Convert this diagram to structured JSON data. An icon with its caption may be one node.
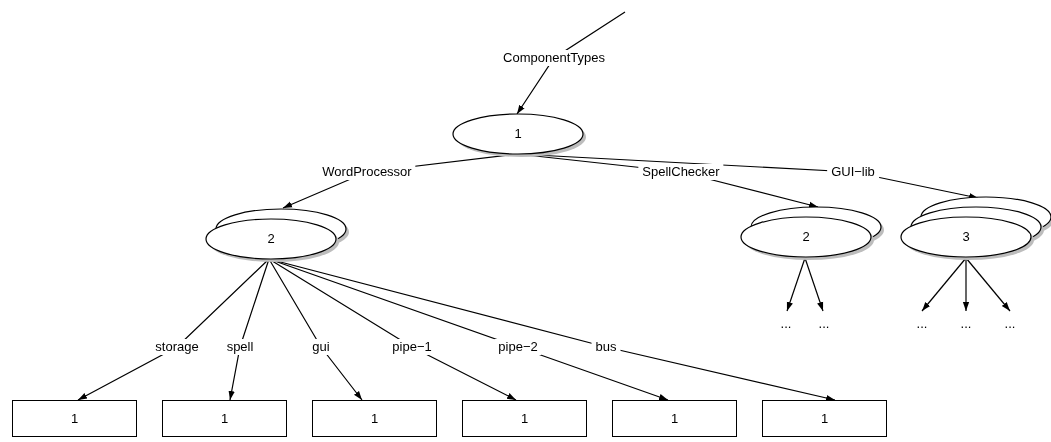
{
  "diagram": {
    "nodes": [
      {
        "text": [
          "1"
        ]
      },
      {
        "text": [
          "2"
        ]
      },
      {
        "text": [
          "2"
        ]
      },
      {
        "text": [
          "3"
        ]
      },
      {
        "text": [
          "1"
        ]
      },
      {
        "text": [
          "1"
        ]
      },
      {
        "text": [
          "1"
        ]
      },
      {
        "text": [
          "1"
        ]
      },
      {
        "text": [
          "1"
        ]
      },
      {
        "text": [
          "1"
        ]
      },
      {
        "text": [
          "..."
        ]
      },
      {
        "text": [
          "..."
        ]
      },
      {
        "text": [
          "..."
        ]
      },
      {
        "text": [
          "..."
        ]
      },
      {
        "text": [
          "..."
        ]
      }
    ],
    "edges": [
      {
        "from": null,
        "to": 0,
        "arrow": "to",
        "label": "ComponentTypes"
      },
      {
        "from": 0,
        "to": 1,
        "arrow": "to",
        "label": "WordProcessor"
      },
      {
        "from": 0,
        "to": 2,
        "arrow": "to",
        "label": "SpellChecker"
      },
      {
        "from": 0,
        "to": 3,
        "arrow": "to",
        "label": "GUI−lib"
      },
      {
        "from": 1,
        "to": 4,
        "arrow": "to",
        "label": "storage"
      },
      {
        "from": 1,
        "to": 5,
        "arrow": "to",
        "label": "spell"
      },
      {
        "from": 1,
        "to": 6,
        "arrow": "to",
        "label": "gui"
      },
      {
        "from": 1,
        "to": 7,
        "arrow": "to",
        "label": "pipe−1"
      },
      {
        "from": 1,
        "to": 8,
        "arrow": "to",
        "label": "pipe−2"
      },
      {
        "from": 1,
        "to": 9,
        "arrow": "to",
        "label": "bus"
      },
      {
        "from": 2,
        "to": 10,
        "arrow": "to"
      },
      {
        "from": 2,
        "to": 11,
        "arrow": "to"
      },
      {
        "from": 3,
        "to": 12,
        "arrow": "to"
      },
      {
        "from": 3,
        "to": 13,
        "arrow": "to"
      },
      {
        "from": 3,
        "to": 14,
        "arrow": "to"
      }
    ]
  }
}
